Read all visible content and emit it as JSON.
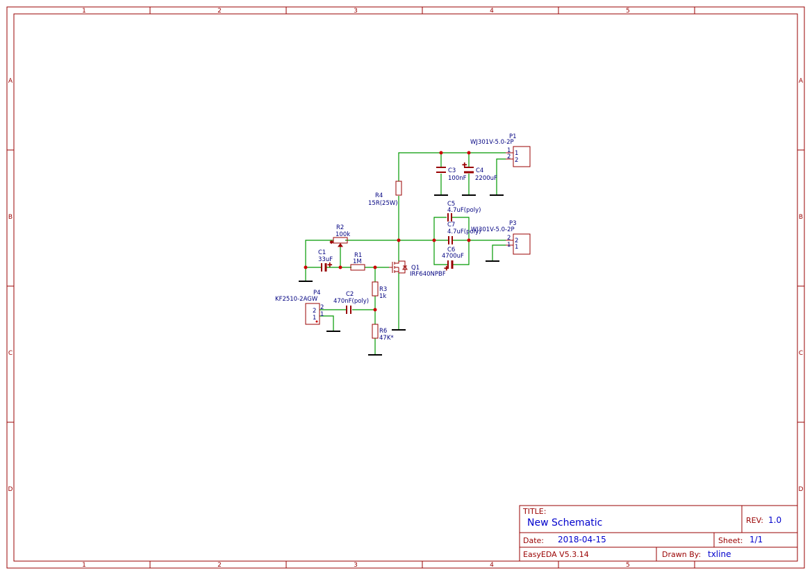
{
  "frame": {
    "cols": [
      "1",
      "2",
      "3",
      "4",
      "5"
    ],
    "rows": [
      "A",
      "B",
      "C",
      "D"
    ]
  },
  "components": {
    "p1": {
      "ref": "P1",
      "value": "WJ301V-5.0-2P",
      "pin1": "1",
      "pin2": "2"
    },
    "p3": {
      "ref": "P3",
      "value": "WJ301V-5.0-2P",
      "pin1": "1",
      "pin2": "2"
    },
    "p4": {
      "ref": "P4",
      "value": "KF2510-2AGW",
      "pin1": "1",
      "pin2": "2"
    },
    "c3": {
      "ref": "C3",
      "value": "100nF"
    },
    "c4": {
      "ref": "C4",
      "value": "2200uF"
    },
    "c5": {
      "ref": "C5",
      "value": "4.7uF(poly)"
    },
    "c7": {
      "ref": "C7",
      "value": "4.7uF(poly)"
    },
    "c6": {
      "ref": "C6",
      "value": "4700uF"
    },
    "c1": {
      "ref": "C1",
      "value": "33uF"
    },
    "c2": {
      "ref": "C2",
      "value": "470nF(poly)"
    },
    "r4": {
      "ref": "R4",
      "value": "15R(25W)"
    },
    "r2": {
      "ref": "R2",
      "value": "100k"
    },
    "r1": {
      "ref": "R1",
      "value": "1M"
    },
    "r3": {
      "ref": "R3",
      "value": "1k"
    },
    "r6": {
      "ref": "R6",
      "value": "47K*"
    },
    "q1": {
      "ref": "Q1",
      "value": "IRF640NPBF"
    }
  },
  "title_block": {
    "title_label": "TITLE:",
    "title": "New Schematic",
    "rev_label": "REV:",
    "rev": "1.0",
    "date_label": "Date:",
    "date": "2018-04-15",
    "sheet_label": "Sheet:",
    "sheet": "1/1",
    "software": "EasyEDA V5.3.14",
    "drawn_label": "Drawn By:",
    "drawn_by": "txline"
  }
}
